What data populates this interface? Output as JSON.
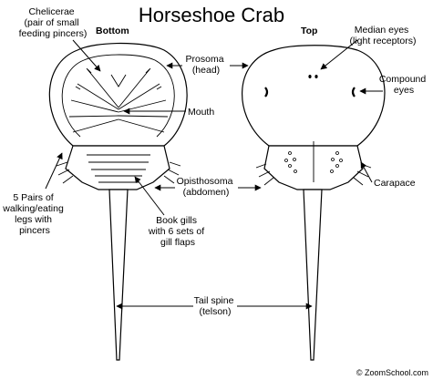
{
  "title": "Horseshoe Crab",
  "views": {
    "bottom": "Bottom",
    "top": "Top"
  },
  "labels": {
    "chelicerae": [
      "Chelicerae",
      "(pair of small",
      "feeding pincers)"
    ],
    "prosoma": [
      "Prosoma",
      "(head)"
    ],
    "mouth": [
      "Mouth"
    ],
    "legs": [
      "5 Pairs of",
      "walking/eating",
      "legs with",
      "pincers"
    ],
    "opisthosoma": [
      "Opisthosoma",
      "(abdomen)"
    ],
    "book_gills": [
      "Book gills",
      "with 6 sets of",
      "gill flaps"
    ],
    "tail_spine": [
      "Tail spine",
      "(telson)"
    ],
    "median_eyes": [
      "Median eyes",
      "(light receptors)"
    ],
    "compound_eyes": [
      "Compound",
      "eyes"
    ],
    "carapace": [
      "Carapace"
    ]
  },
  "credit": "© ZoomSchool.com"
}
